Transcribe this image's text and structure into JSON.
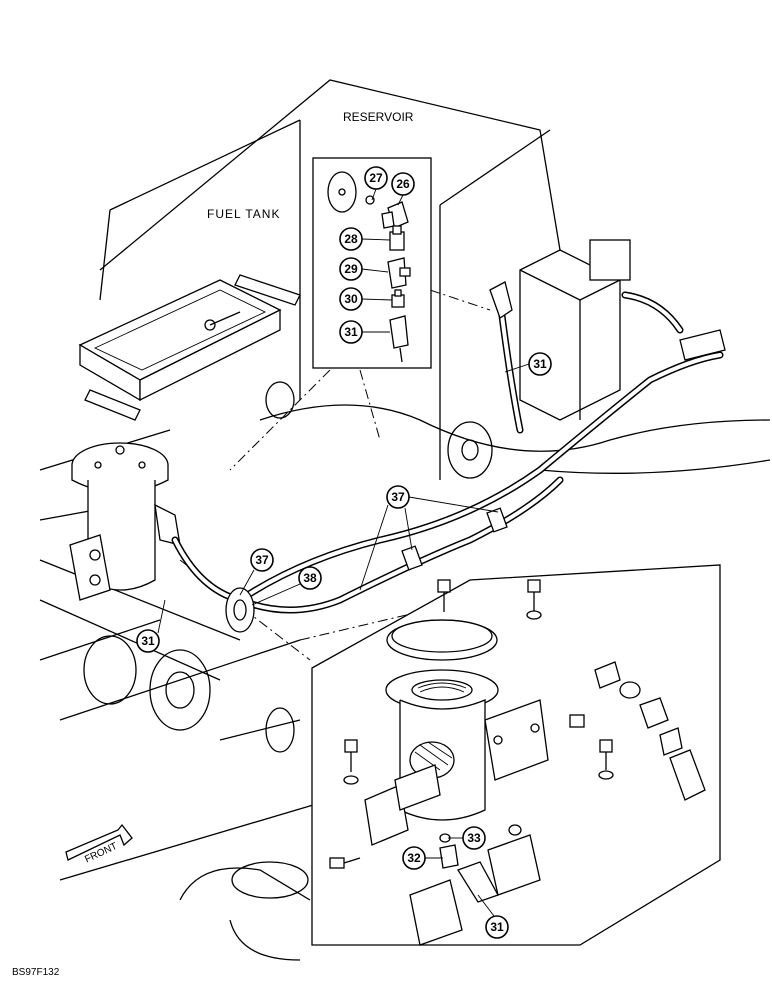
{
  "labels": {
    "reservoir": "RESERVOIR",
    "fuel_tank": "FUEL TANK",
    "front": "FRONT",
    "drawing_id": "BS97F132"
  },
  "callouts": {
    "c27": "27",
    "c26": "26",
    "c28": "28",
    "c29": "29",
    "c30": "30",
    "c31_inset": "31",
    "c31_right": "31",
    "c37_top": "37",
    "c37_left": "37",
    "c38": "38",
    "c31_left": "31",
    "c33": "33",
    "c32": "32",
    "c31_bottom": "31"
  }
}
